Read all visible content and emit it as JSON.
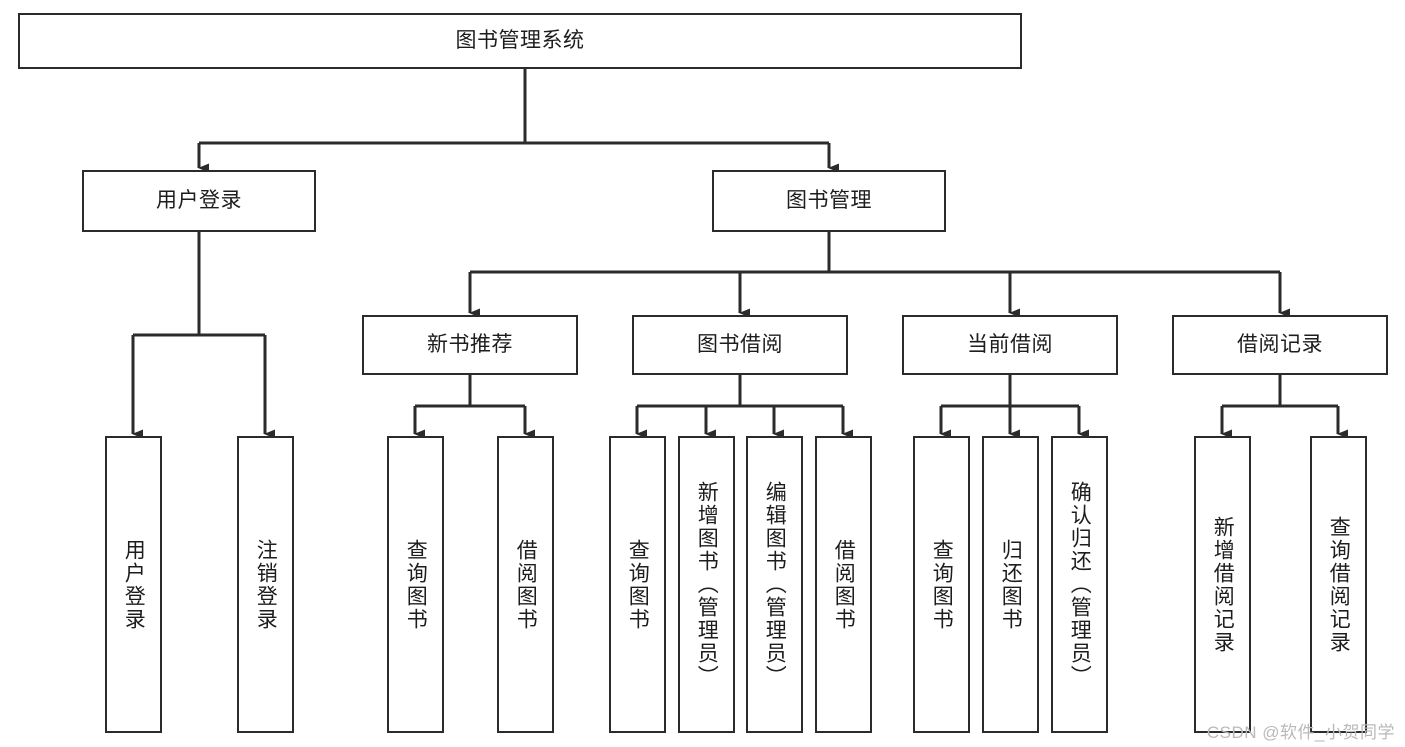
{
  "diagram": {
    "type": "tree",
    "title": "图书管理系统",
    "root": {
      "label": "图书管理系统"
    },
    "level2": [
      {
        "label": "用户登录"
      },
      {
        "label": "图书管理"
      }
    ],
    "level3": [
      {
        "label": "新书推荐"
      },
      {
        "label": "图书借阅"
      },
      {
        "label": "当前借阅"
      },
      {
        "label": "借阅记录"
      }
    ],
    "leaves": {
      "user_login": [
        {
          "label": "用户登录"
        },
        {
          "label": "注销登录"
        }
      ],
      "new_book_recommend": [
        {
          "label": "查询图书"
        },
        {
          "label": "借阅图书"
        }
      ],
      "book_borrow": [
        {
          "label": "查询图书"
        },
        {
          "label": "新增图书（管理员）"
        },
        {
          "label": "编辑图书（管理员）"
        },
        {
          "label": "借阅图书"
        }
      ],
      "current_borrow": [
        {
          "label": "查询图书"
        },
        {
          "label": "归还图书"
        },
        {
          "label": "确认归还（管理员）"
        }
      ],
      "borrow_record": [
        {
          "label": "新增借阅记录"
        },
        {
          "label": "查询借阅记录"
        }
      ]
    }
  },
  "watermark": {
    "text": "CSDN @软件_小贺同学"
  },
  "colors": {
    "box_border": "#2b2b2b",
    "box_fill": "#ffffff",
    "edge": "#2b2b2b",
    "text": "#1d1d1d",
    "watermark": "#b9b9b9",
    "background": "#ffffff"
  }
}
